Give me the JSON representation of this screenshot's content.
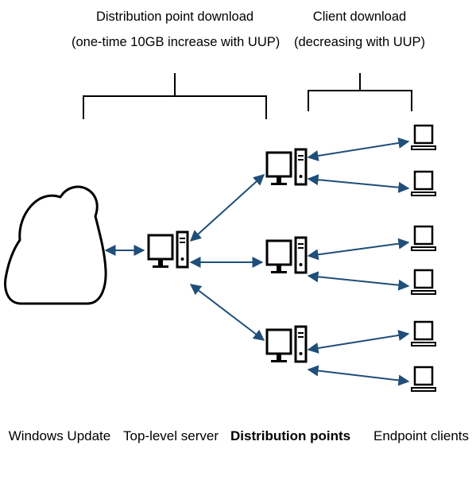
{
  "headers": {
    "distribution": {
      "line1": "Distribution point download",
      "line2": "(one-time 10GB increase with UUP)"
    },
    "client": {
      "line1": "Client download",
      "line2": "(decreasing with UUP)"
    }
  },
  "labels": {
    "windows_update": "Windows Update",
    "top_level_server": "Top-level server",
    "distribution_points": "Distribution points",
    "endpoint_clients": "Endpoint clients"
  },
  "colors": {
    "arrow": "#1f4e79",
    "stroke": "#000000"
  }
}
